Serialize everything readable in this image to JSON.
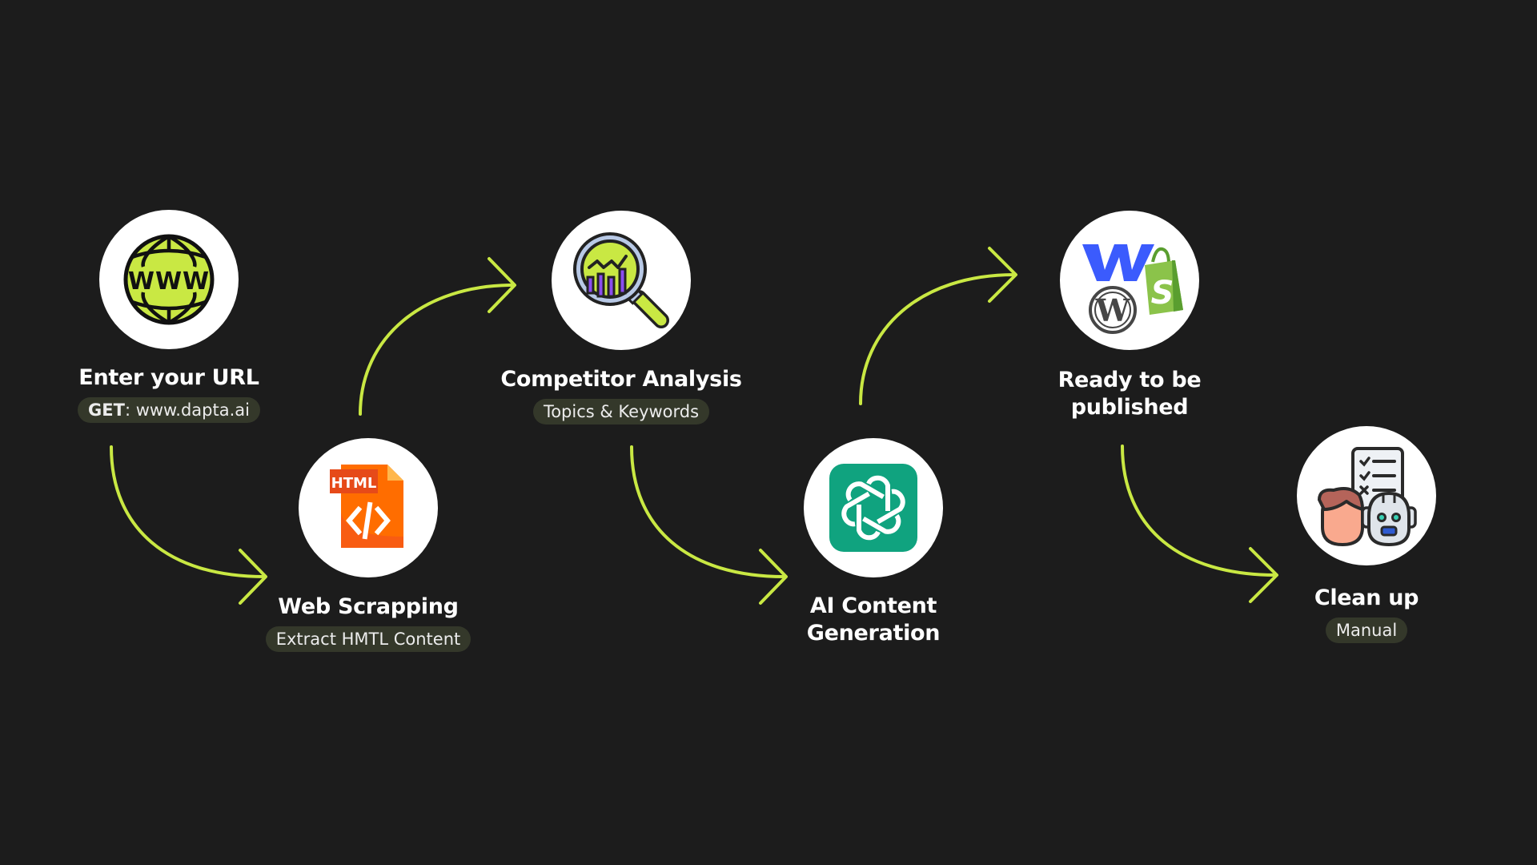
{
  "colors": {
    "background": "#1c1c1c",
    "arrow": "#c9e843",
    "pill_bg": "#34382a",
    "node_bg": "#ffffff",
    "text": "#ffffff"
  },
  "steps": [
    {
      "id": "enter-url",
      "title": "Enter your URL",
      "pill_prefix": "GET",
      "pill_text": ": www.dapta.ai",
      "icon": "globe-www-icon"
    },
    {
      "id": "web-scrapping",
      "title": "Web Scrapping",
      "pill_text": "Extract HMTL Content",
      "icon": "html-file-icon",
      "icon_label": "HTML"
    },
    {
      "id": "competitor-analysis",
      "title": "Competitor Analysis",
      "pill_text": "Topics & Keywords",
      "icon": "magnifier-chart-icon"
    },
    {
      "id": "ai-content-generation",
      "title_line1": "AI Content",
      "title_line2": "Generation",
      "icon": "openai-logo-icon"
    },
    {
      "id": "ready-to-publish",
      "title_line1": "Ready to be",
      "title_line2": "published",
      "icon": "cms-logos-icon",
      "icon_parts": [
        "webflow-logo-icon",
        "shopify-logo-icon",
        "wordpress-logo-icon"
      ]
    },
    {
      "id": "clean-up",
      "title": "Clean up",
      "pill_text": "Manual",
      "icon": "human-robot-checklist-icon"
    }
  ],
  "connectors": [
    {
      "from": "enter-url",
      "to": "web-scrapping",
      "direction": "down-right"
    },
    {
      "from": "web-scrapping",
      "to": "competitor-analysis",
      "direction": "up-right"
    },
    {
      "from": "competitor-analysis",
      "to": "ai-content-generation",
      "direction": "down-right"
    },
    {
      "from": "ai-content-generation",
      "to": "ready-to-publish",
      "direction": "up-right"
    },
    {
      "from": "ready-to-publish",
      "to": "clean-up",
      "direction": "down-right"
    }
  ]
}
